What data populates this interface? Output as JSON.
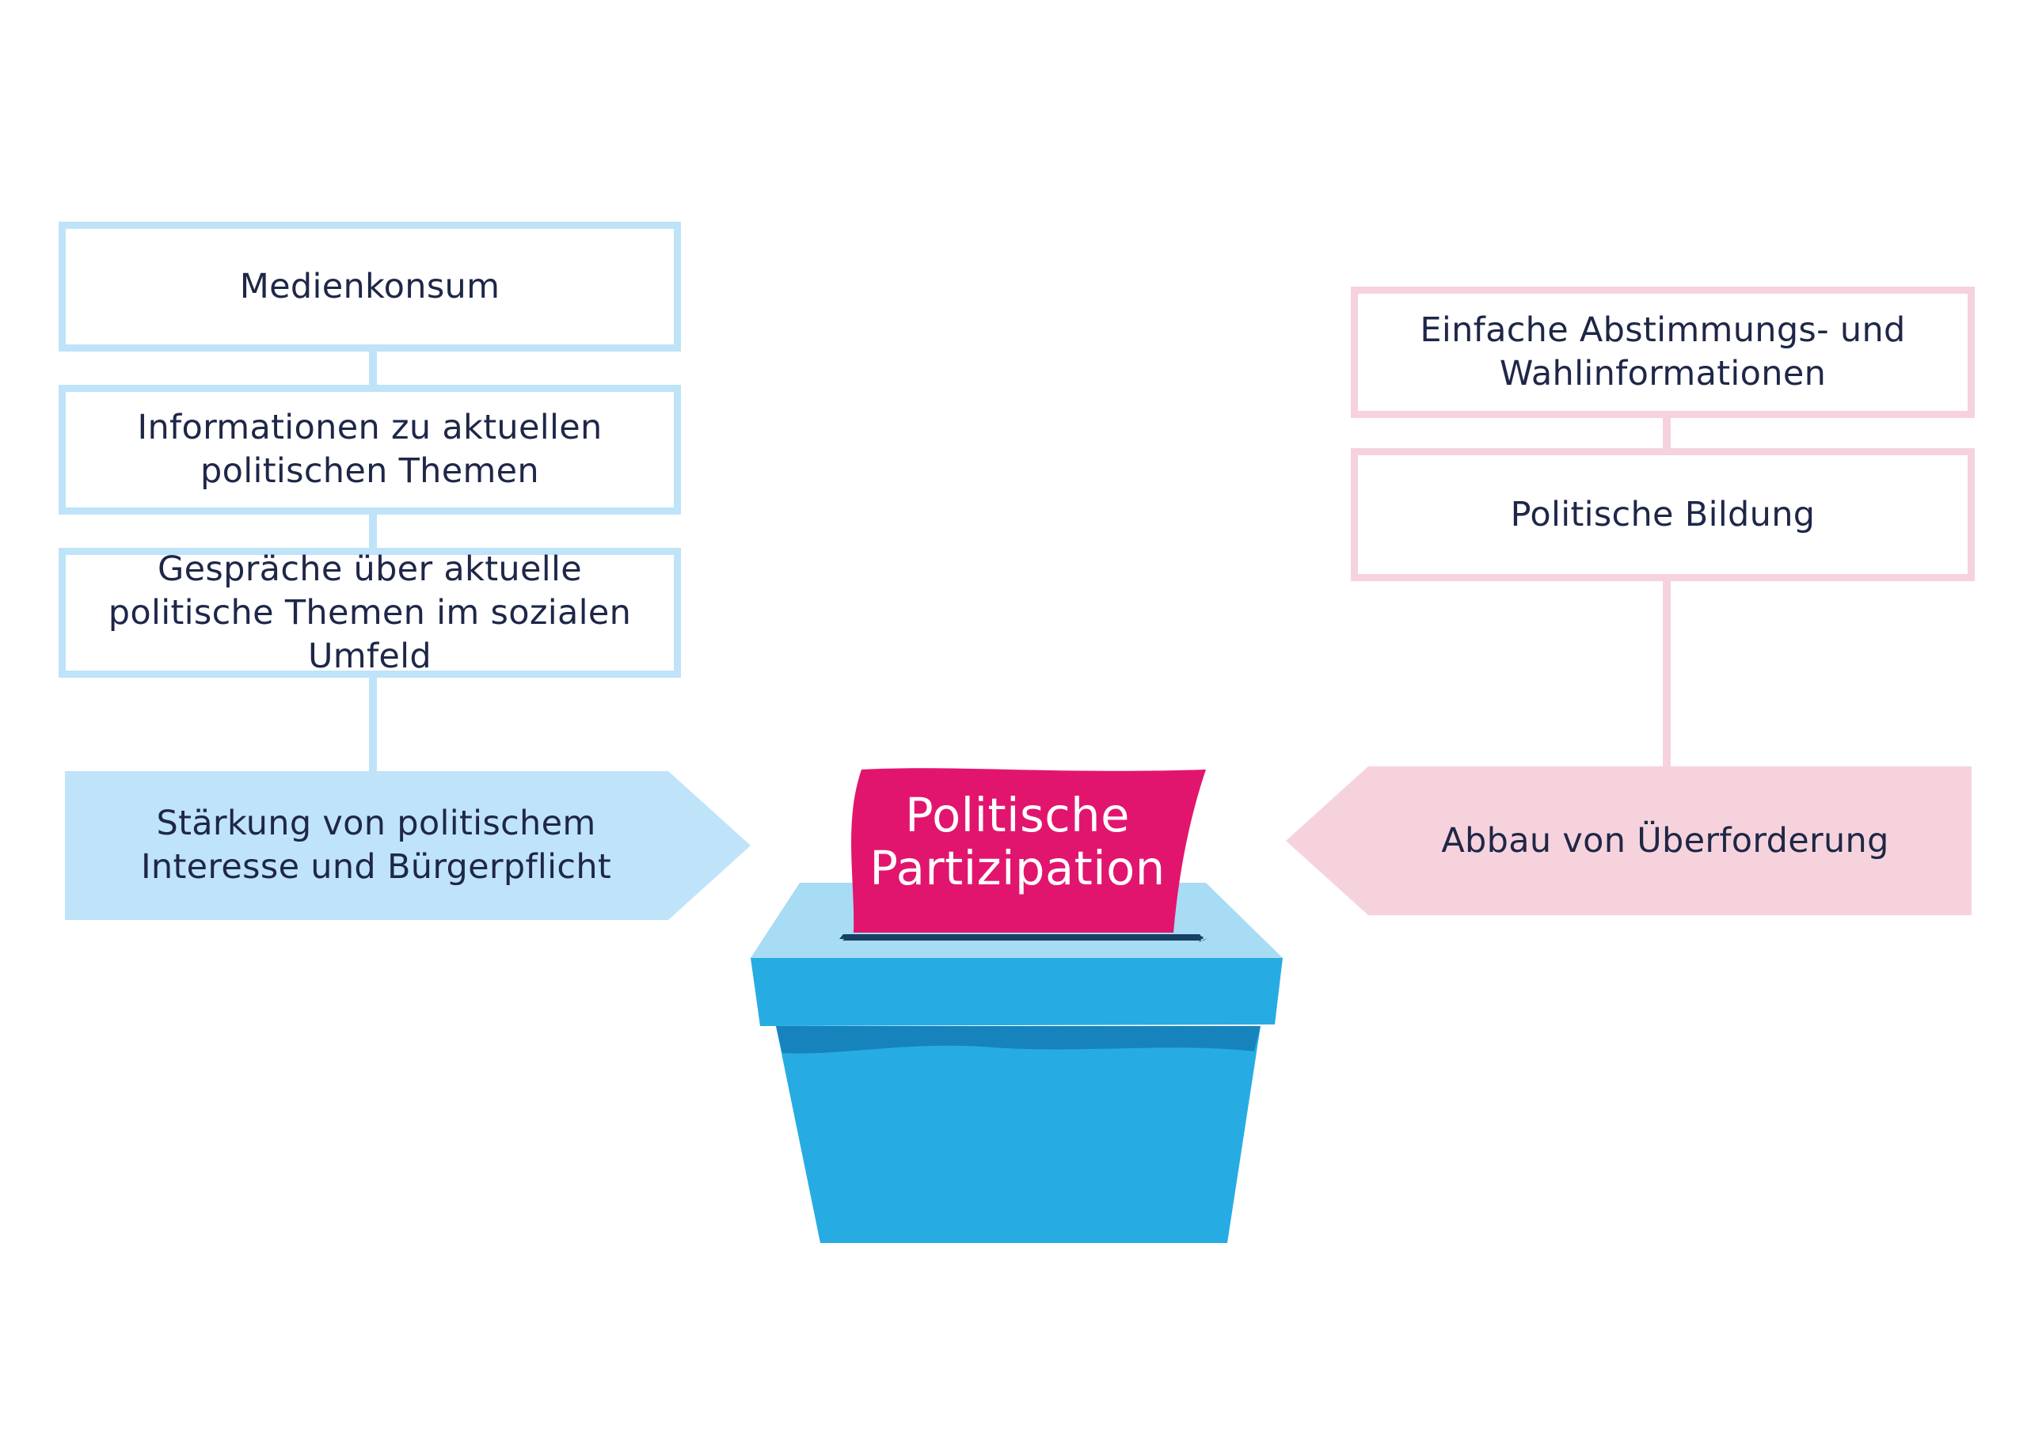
{
  "left_column": {
    "boxes": [
      {
        "label": "Medienkonsum"
      },
      {
        "label": "Informationen zu aktuellen politischen Themen"
      },
      {
        "label": "Gespräche über aktuelle politische Themen im sozialen Umfeld"
      }
    ],
    "outcome": "Stärkung von politischem Interesse und Bürgerpflicht"
  },
  "right_column": {
    "boxes": [
      {
        "label": "Einfache Abstimmungs- und Wahlinformationen"
      },
      {
        "label": "Politische Bildung"
      }
    ],
    "outcome": "Abbau von Überforderung"
  },
  "center": {
    "ballot_label": "Politische Partizipation"
  },
  "colors": {
    "blue_light": "#bfe3f8",
    "pink_light": "#f6d3dc",
    "ballot_box": "#26ace3",
    "ballot_paper": "#e2156e",
    "text": "#1e2748"
  }
}
